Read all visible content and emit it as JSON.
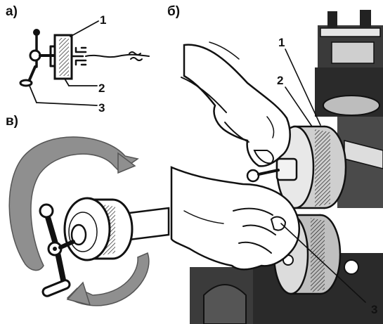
{
  "panels": {
    "a": {
      "label": "а)",
      "callouts": [
        "1",
        "2",
        "3"
      ]
    },
    "b": {
      "label": "б)",
      "callouts": [
        "1",
        "2",
        "3"
      ]
    },
    "v": {
      "label": "в)"
    }
  },
  "colors": {
    "ink": "#111111",
    "paper": "#ffffff",
    "arrow_fill": "#8f8f8f",
    "shade": "#5a5a5a",
    "machine_dark": "#2a2a2a"
  }
}
